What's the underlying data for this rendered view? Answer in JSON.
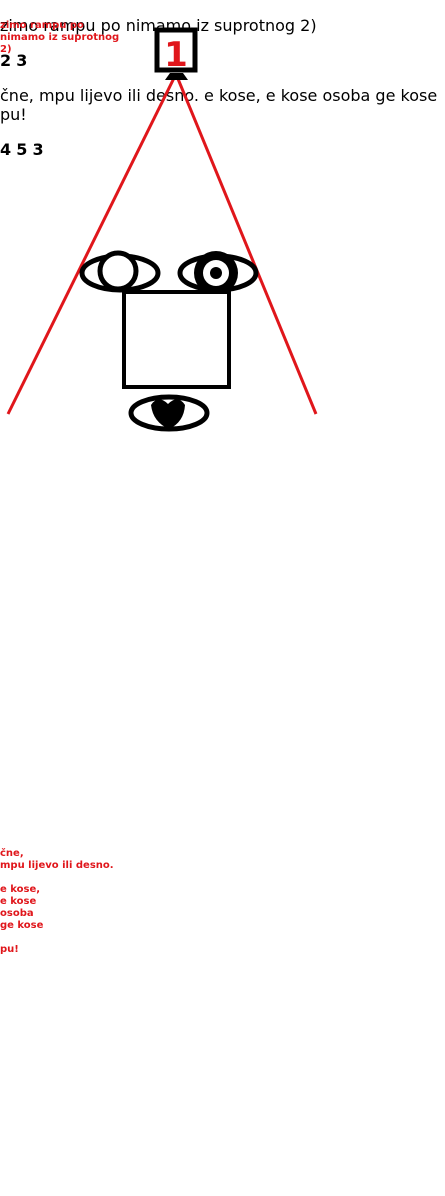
{
  "notes": {
    "top": "zimo rampu po\nnimamo iz suprotnog\n2)",
    "middle": "čne,\nmpu lijevo ili desno.\n\ne kose,\ne kose\nosoba\nge kose\n\npu!"
  },
  "cameras": [
    "1",
    "2",
    "3",
    "4",
    "5",
    "3"
  ],
  "colors": {
    "line": "#e0161b",
    "ink": "#000000",
    "background": "#ffffff"
  }
}
